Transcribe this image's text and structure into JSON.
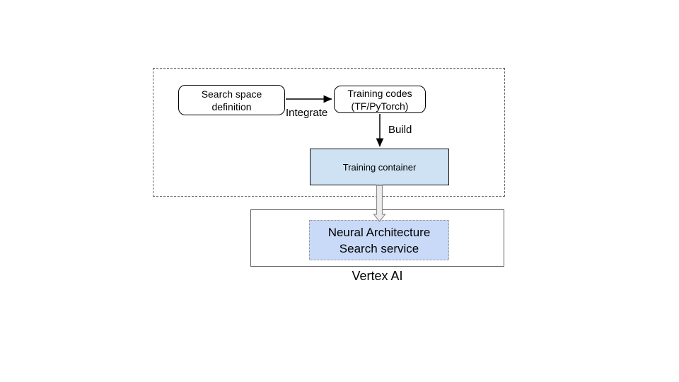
{
  "pipeline": {
    "search_space_box": {
      "line1": "Search space",
      "line2": "definition"
    },
    "training_codes_box": {
      "line1": "Training codes",
      "line2": "(TF/PyTorch)"
    },
    "integrate_label": "Integrate",
    "build_label": "Build",
    "training_container_box": {
      "label": "Training container"
    }
  },
  "vertex_ai": {
    "nas_service_box": {
      "line1": "Neural Architecture",
      "line2": "Search service"
    },
    "caption": "Vertex AI"
  },
  "colors": {
    "training_container_fill": "#cfe2f3",
    "nas_service_fill": "#c9daf8",
    "box_border": "#000000",
    "group_dashed_border": "#606060",
    "vertex_box_border": "#5f5f5f",
    "arrow_color": "#000000",
    "hollow_arrow_fill": "#ededed",
    "hollow_arrow_stroke": "#8f8f8f"
  }
}
